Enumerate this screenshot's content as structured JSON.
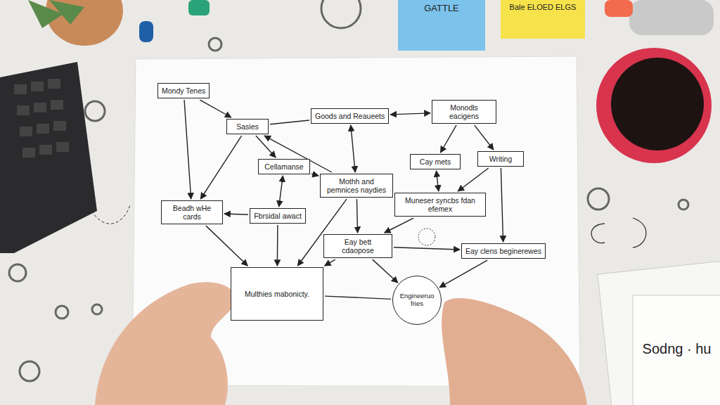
{
  "diagram": {
    "nodes": [
      {
        "text": [
          "Mondy Tenes"
        ]
      },
      {
        "text": [
          "Sasies"
        ]
      },
      {
        "text": [
          "Goods and Reaueets"
        ]
      },
      {
        "text": [
          "Monodls eacigens"
        ]
      },
      {
        "text": [
          "Cellamanse"
        ]
      },
      {
        "text": [
          "Mothh and pemnices naydies"
        ]
      },
      {
        "text": [
          "Cay mets"
        ]
      },
      {
        "text": [
          "Writing"
        ]
      },
      {
        "text": [
          "Beadh wHe cards"
        ]
      },
      {
        "text": [
          "Fbrsidal awact"
        ]
      },
      {
        "text": [
          "Muneser syncbs fdan efemex"
        ]
      },
      {
        "text": [
          "Eay bett cdaopose"
        ]
      },
      {
        "text": [
          "Eay clens beginerewes"
        ]
      },
      {
        "text": [
          "Multhies mabonicty."
        ]
      },
      {
        "text": [
          "Engineeruo fries"
        ]
      }
    ],
    "edges": [
      {
        "from": 0,
        "to": 8,
        "arrow": "to"
      },
      {
        "from": 0,
        "to": 1,
        "arrow": "to"
      },
      {
        "from": 1,
        "to": 8,
        "arrow": "to"
      },
      {
        "from": 1,
        "to": 4,
        "arrow": "to"
      },
      {
        "from": 5,
        "to": 1,
        "arrow": "to"
      },
      {
        "from": 1,
        "to": 2,
        "arrow": "none"
      },
      {
        "from": 2,
        "to": 3,
        "arrow": "both"
      },
      {
        "from": 2,
        "to": 5,
        "arrow": "both"
      },
      {
        "from": 4,
        "to": 9,
        "arrow": "both"
      },
      {
        "from": 4,
        "to": 5,
        "arrow": "to"
      },
      {
        "from": 9,
        "to": 8,
        "arrow": "to"
      },
      {
        "from": 9,
        "to": 13,
        "arrow": "to"
      },
      {
        "from": 8,
        "to": 13,
        "arrow": "to"
      },
      {
        "from": 5,
        "to": 13,
        "arrow": "to"
      },
      {
        "from": 5,
        "to": 11,
        "arrow": "to"
      },
      {
        "from": 3,
        "to": 6,
        "arrow": "to"
      },
      {
        "from": 3,
        "to": 7,
        "arrow": "to"
      },
      {
        "from": 6,
        "to": 10,
        "arrow": "both"
      },
      {
        "from": 7,
        "to": 10,
        "arrow": "to"
      },
      {
        "from": 7,
        "to": 12,
        "arrow": "to"
      },
      {
        "from": 11,
        "to": 12,
        "arrow": "to"
      },
      {
        "from": 11,
        "to": 13,
        "arrow": "to"
      },
      {
        "from": 11,
        "to": 14,
        "arrow": "to"
      },
      {
        "from": 10,
        "to": 11,
        "arrow": "to"
      },
      {
        "from": 12,
        "to": 14,
        "arrow": "to"
      },
      {
        "from": 13,
        "to": 14,
        "arrow": "none"
      }
    ],
    "labels": [
      "GATTLE",
      "Bale ELOED ELGS",
      "Sodng · hu"
    ]
  }
}
